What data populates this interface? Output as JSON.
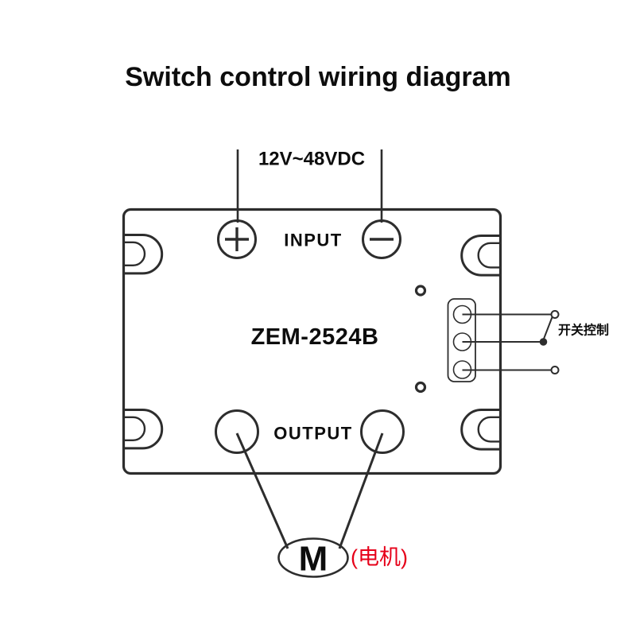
{
  "title": "Switch control wiring diagram",
  "device": {
    "model_label": "ZEM-2524B",
    "voltage_label": "12V~48VDC",
    "input_label": "INPUT",
    "output_label": "OUTPUT",
    "input_terminals": [
      {
        "polarity": "+",
        "name": "positive"
      },
      {
        "polarity": "-",
        "name": "negative"
      }
    ]
  },
  "switch_control": {
    "label": "开关控制",
    "contacts": 3
  },
  "motor": {
    "symbol": "M",
    "label": "(电机)"
  },
  "colors": {
    "line": "#2d2d2d",
    "text": "#0d0d0d",
    "accent_red": "#e60019",
    "background": "#ffffff"
  }
}
